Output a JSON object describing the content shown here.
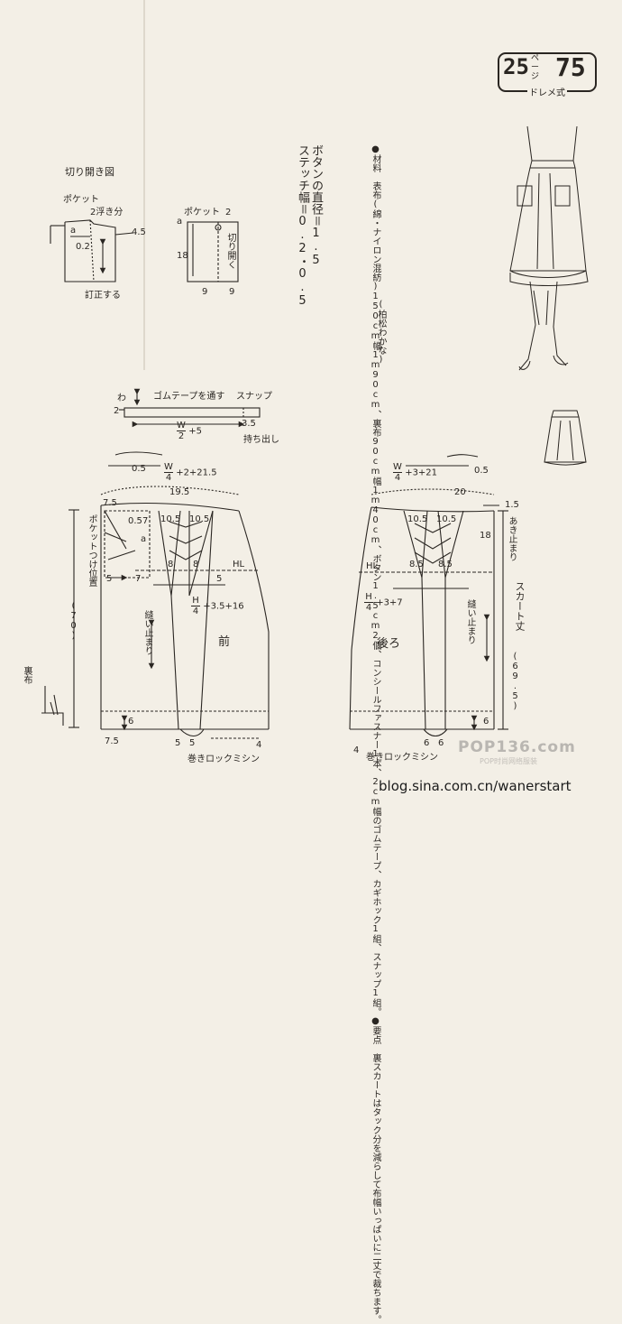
{
  "header": {
    "page_ref": "25",
    "page_ref_suffix": "ページ",
    "pattern_no": "75",
    "style_label": "ドレメ式"
  },
  "materials": {
    "text": "●材料　表布(綿・ナイロン混紡)150cm幅1m90cm、裏布90cm幅1m40cm、ボタン1.5cm2個、コンシールファスナー1本、2cm幅のゴムテープ、カギホック1組、スナップ1組。●要点　裏スカートはタック分を減らして布幅いっぱいに二丈で裁ちます。",
    "credit": "(柏松わかな)"
  },
  "button_note": {
    "line1": "ボタンの直径＝1.5",
    "line2": "ステッチ幅＝0.2・0.5"
  },
  "kiri_diagram": {
    "title": "切り開き図",
    "pocket1_label": "ポケット",
    "uki_label": "2浮き分",
    "a_label": "a",
    "v_02": "0.2",
    "v_45": "4.5",
    "teisei_label": "訂正する",
    "pocket2_label": "ポケット",
    "a2_label": "a",
    "v_2": "2",
    "v_18": "18",
    "kiri_hiraku": "切り開く",
    "v_9a": "9",
    "v_9b": "9"
  },
  "waistband": {
    "wa": "わ",
    "v_2": "2",
    "gomu_label": "ゴムテープを通す",
    "snap_label": "スナップ",
    "formula_num": "W",
    "formula_den": "2",
    "formula_rest": "+5",
    "v_35": "3.5",
    "mochidashi": "持ち出し"
  },
  "front_panel": {
    "v_05": "0.5",
    "top_formula_num": "W",
    "top_formula_den": "4",
    "top_formula_rest": "+2+21.5",
    "v_195": "19.5",
    "v_75_top": "7.5",
    "v_05b": "0.5",
    "v_7": "7",
    "v_105a": "10.5",
    "v_105b": "10.5",
    "a_label": "a",
    "v_8a": "8",
    "v_8b": "8",
    "hl": "HL",
    "v_5a": "5",
    "v_7b": "7",
    "v_5b": "5",
    "hip_num": "H",
    "hip_den": "4",
    "hip_rest": "+3.5+16",
    "pocket_pos": "ポケットつけ位置",
    "length": "(70)",
    "nui_domari": "縫い止まり",
    "mae": "前",
    "ura": "裏布",
    "v_6": "6",
    "v_75_bot": "7.5",
    "v_5c": "5",
    "v_5d": "5",
    "v_4": "4",
    "makiroku": "巻きロックミシン"
  },
  "back_panel": {
    "top_formula_num": "W",
    "top_formula_den": "4",
    "top_formula_rest": "+3+21",
    "v_05": "0.5",
    "v_20": "20",
    "v_15": "1.5",
    "aki_domari": "あき止まり",
    "v_18": "18",
    "v_105a": "10.5",
    "v_105b": "10.5",
    "hl": "HL",
    "v_85a": "8.5",
    "v_85b": "8.5",
    "skirt_length": "スカート丈",
    "hip_num": "H",
    "hip_den": "4",
    "hip_rest": "+3+7",
    "ushiro": "後ろ",
    "nui_domari": "縫い止まり",
    "length": "(69.5)",
    "v_6a": "6",
    "v_6b": "6",
    "v_6c": "6",
    "v_4": "4",
    "makiroku": "巻きロックミシン"
  },
  "watermark": {
    "text": "POP136.com",
    "sub": "POP时尚网络服装"
  },
  "blog_url": "blog.sina.com.cn/wanerstart"
}
